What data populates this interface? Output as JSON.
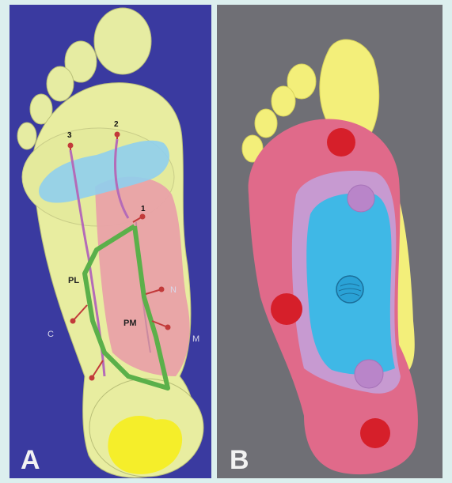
{
  "panels": {
    "a": {
      "letter": "A",
      "labels": {
        "n1": "1",
        "n2": "2",
        "n3": "3",
        "pl": "PL",
        "pm": "PM",
        "n": "N",
        "m": "M",
        "c": "C"
      }
    },
    "b": {
      "letter": "B"
    }
  },
  "colors": {
    "panel_a_bg": "#3a3aa0",
    "panel_b_bg": "#6f6f75",
    "foot_yellow": "#e8eda0",
    "pink_region": "#e9a2a8",
    "blue_region": "#8fcfee",
    "green_nerve": "#5bb04a",
    "heel_yellow": "#f5ee2a",
    "toe_yellow_b": "#f3ef7a",
    "pink_b": "#e06a8a",
    "lavender_b": "#c79ad1",
    "cyan_b": "#3fb8e6",
    "red_dot": "#d61f2a"
  }
}
